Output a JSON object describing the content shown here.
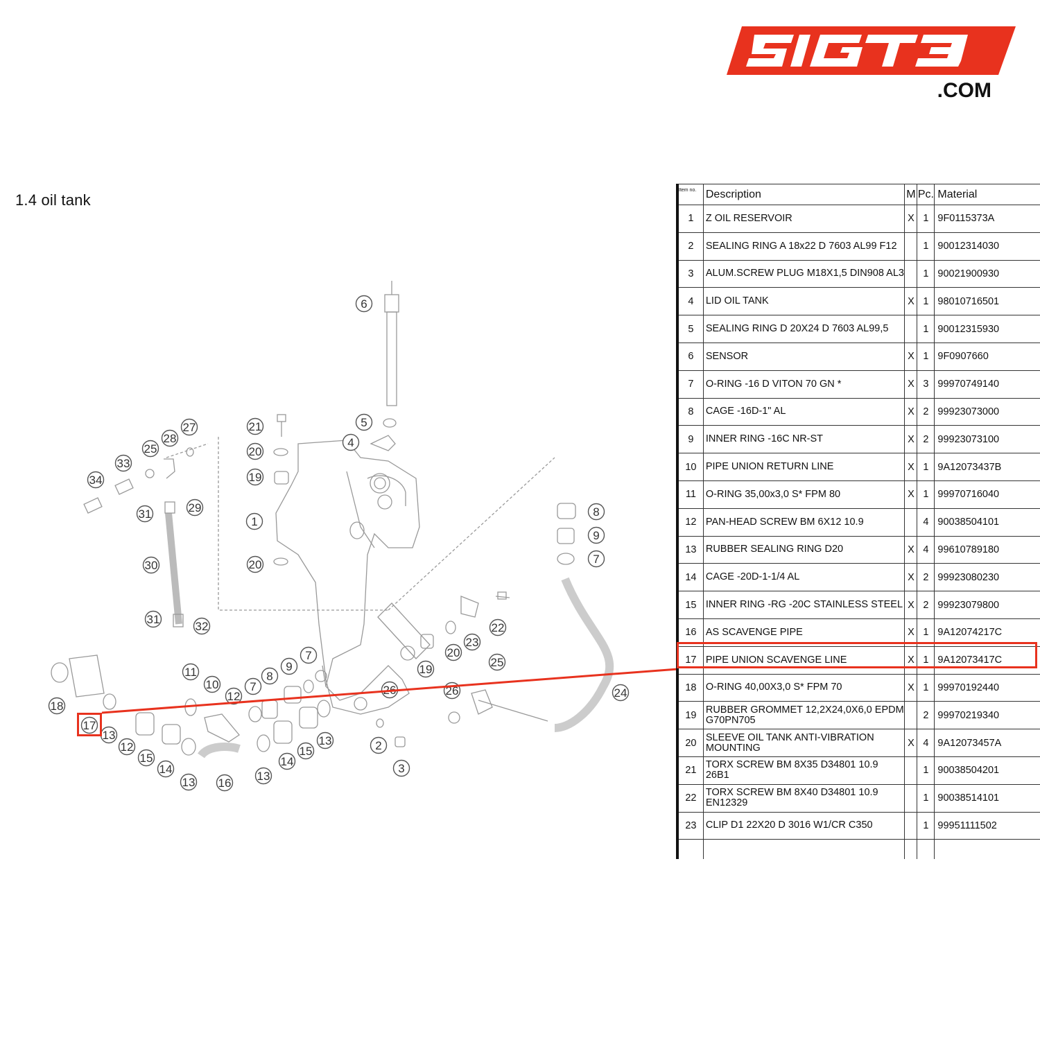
{
  "brand": {
    "logo_text": "5IGT3",
    "logo_sub": ".COM",
    "accent": "#e8321e"
  },
  "title": "1.4  oil tank",
  "table": {
    "headers": {
      "item": "Item no.",
      "description": "Description",
      "m": "M",
      "pc": "Pc.",
      "material": "Material"
    },
    "rows": [
      {
        "no": "1",
        "desc": "Z OIL RESERVOIR",
        "m": "X",
        "pc": "1",
        "mat": "9F0115373A"
      },
      {
        "no": "2",
        "desc": "SEALING RING A 18x22 D 7603 AL99 F12",
        "m": "",
        "pc": "1",
        "mat": "90012314030"
      },
      {
        "no": "3",
        "desc": "ALUM.SCREW PLUG M18X1,5 DIN908 AL3",
        "m": "",
        "pc": "1",
        "mat": "90021900930"
      },
      {
        "no": "4",
        "desc": "LID OIL TANK",
        "m": "X",
        "pc": "1",
        "mat": "98010716501"
      },
      {
        "no": "5",
        "desc": "SEALING RING D 20X24 D 7603 AL99,5",
        "m": "",
        "pc": "1",
        "mat": "90012315930"
      },
      {
        "no": "6",
        "desc": "SENSOR",
        "m": "X",
        "pc": "1",
        "mat": "9F0907660"
      },
      {
        "no": "7",
        "desc": "O-RING -16 D VITON 70 GN *",
        "m": "X",
        "pc": "3",
        "mat": "99970749140"
      },
      {
        "no": "8",
        "desc": "CAGE -16D-1\" AL",
        "m": "X",
        "pc": "2",
        "mat": "99923073000"
      },
      {
        "no": "9",
        "desc": "INNER RING -16C NR-ST",
        "m": "X",
        "pc": "2",
        "mat": "99923073100"
      },
      {
        "no": "10",
        "desc": "PIPE UNION RETURN LINE",
        "m": "X",
        "pc": "1",
        "mat": "9A12073437B"
      },
      {
        "no": "11",
        "desc": "O-RING 35,00x3,0 S* FPM 80",
        "m": "X",
        "pc": "1",
        "mat": "99970716040"
      },
      {
        "no": "12",
        "desc": "PAN-HEAD SCREW BM 6X12 10.9",
        "m": "",
        "pc": "4",
        "mat": "90038504101"
      },
      {
        "no": "13",
        "desc": "RUBBER SEALING RING D20",
        "m": "X",
        "pc": "4",
        "mat": "99610789180"
      },
      {
        "no": "14",
        "desc": "CAGE -20D-1-1/4 AL",
        "m": "X",
        "pc": "2",
        "mat": "99923080230"
      },
      {
        "no": "15",
        "desc": "INNER RING -RG -20C STAINLESS STEEL",
        "m": "X",
        "pc": "2",
        "mat": "99923079800"
      },
      {
        "no": "16",
        "desc": "AS SCAVENGE PIPE",
        "m": "X",
        "pc": "1",
        "mat": "9A12074217C"
      },
      {
        "no": "17",
        "desc": "PIPE UNION SCAVENGE LINE",
        "m": "X",
        "pc": "1",
        "mat": "9A12073417C"
      },
      {
        "no": "18",
        "desc": "O-RING 40,00X3,0 S* FPM 70",
        "m": "X",
        "pc": "1",
        "mat": "99970192440"
      },
      {
        "no": "19",
        "desc": "RUBBER GROMMET 12,2X24,0X6,0 EPDM G70PN705",
        "m": "",
        "pc": "2",
        "mat": "99970219340"
      },
      {
        "no": "20",
        "desc": "SLEEVE OIL TANK ANTI-VIBRATION MOUNTING",
        "m": "X",
        "pc": "4",
        "mat": "9A12073457A"
      },
      {
        "no": "21",
        "desc": "TORX SCREW BM 8X35 D34801 10.9 26B1",
        "m": "",
        "pc": "1",
        "mat": "90038504201"
      },
      {
        "no": "22",
        "desc": "TORX SCREW BM 8X40 D34801 10.9 EN12329",
        "m": "",
        "pc": "1",
        "mat": "90038514101"
      },
      {
        "no": "23",
        "desc": "CLIP D1 22X20 D 3016 W1/CR C350",
        "m": "",
        "pc": "1",
        "mat": "99951111502"
      }
    ]
  },
  "callouts": [
    "1",
    "2",
    "3",
    "4",
    "5",
    "6",
    "7",
    "7",
    "7",
    "8",
    "8",
    "9",
    "9",
    "10",
    "11",
    "12",
    "12",
    "13",
    "13",
    "13",
    "13",
    "14",
    "14",
    "15",
    "15",
    "16",
    "17",
    "18",
    "19",
    "19",
    "20",
    "20",
    "20",
    "21",
    "22",
    "23",
    "24",
    "25",
    "25",
    "26",
    "26",
    "27",
    "28",
    "29",
    "30",
    "31",
    "31",
    "32",
    "33",
    "34"
  ],
  "highlight": {
    "item": "17"
  }
}
